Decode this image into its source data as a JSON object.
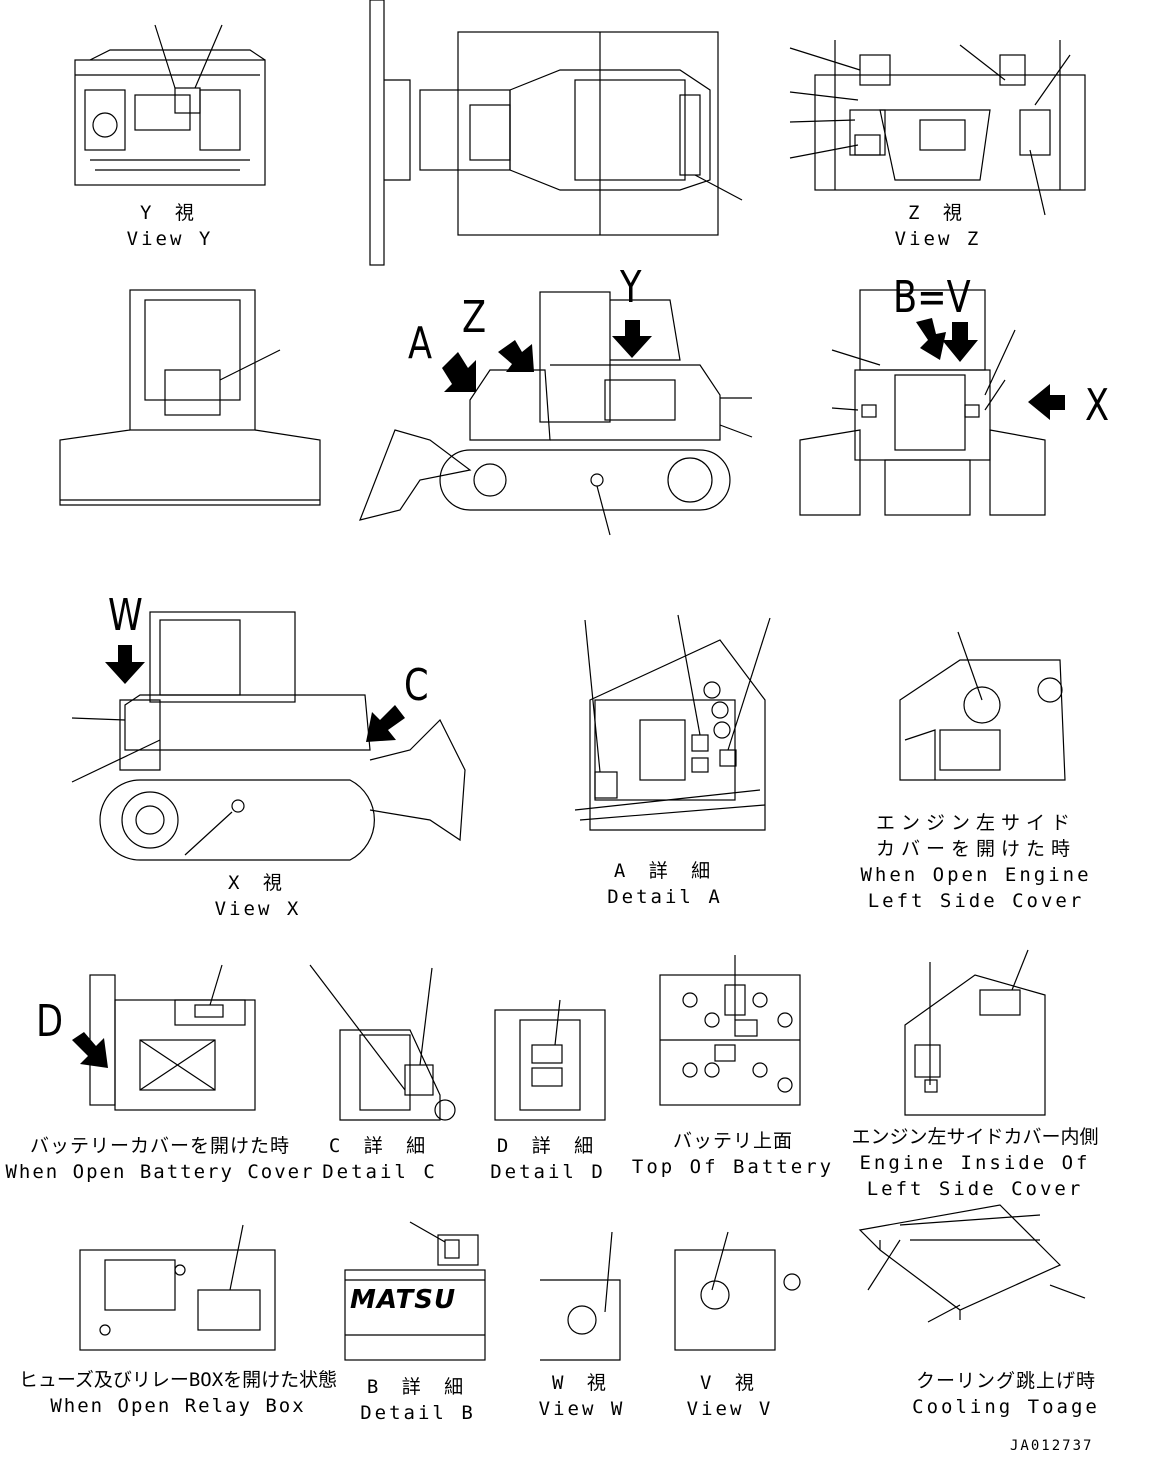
{
  "views": {
    "view_y": {
      "jp": "Y 視",
      "en": "View Y"
    },
    "view_z": {
      "jp": "Z 視",
      "en": "View Z"
    },
    "view_x": {
      "jp": "X 視",
      "en": "View X"
    },
    "detail_a": {
      "jp": "A 詳 細",
      "en": "Detail A"
    },
    "engine_cover_open": {
      "jp": "エンジン左サイド",
      "jp2": "カバーを開けた時",
      "en": "When Open Engine",
      "en2": "Left Side Cover"
    },
    "battery_cover_open": {
      "jp": "バッテリーカバーを開けた時",
      "en": "When Open Battery Cover"
    },
    "detail_c": {
      "jp": "C 詳 細",
      "en": "Detail C"
    },
    "detail_d": {
      "jp": "D 詳 細",
      "en": "Detail D"
    },
    "battery_top": {
      "jp": "バッテリ上面",
      "en": "Top Of Battery"
    },
    "engine_inside": {
      "jp": "エンジン左サイドカバー内側",
      "en": "Engine Inside Of",
      "en2": "Left Side Cover"
    },
    "relay_box": {
      "jp": "ヒューズ及びリレーBOXを開けた状態",
      "en": "When Open Relay Box"
    },
    "detail_b": {
      "jp": "B 詳 細",
      "en": "Detail B"
    },
    "view_w": {
      "jp": "W 視",
      "en": "View W"
    },
    "view_v": {
      "jp": "V 視",
      "en": "View V"
    },
    "cooling_tilt": {
      "jp": "クーリング跳上げ時",
      "en": "Cooling Toage"
    }
  },
  "callouts": {
    "a": "A",
    "z": "Z",
    "y": "Y",
    "b_eq_v": "B=V",
    "x": "X",
    "w": "W",
    "c": "C",
    "d": "D"
  },
  "brand_text": "MATSU",
  "drawing_code": "JA012737"
}
